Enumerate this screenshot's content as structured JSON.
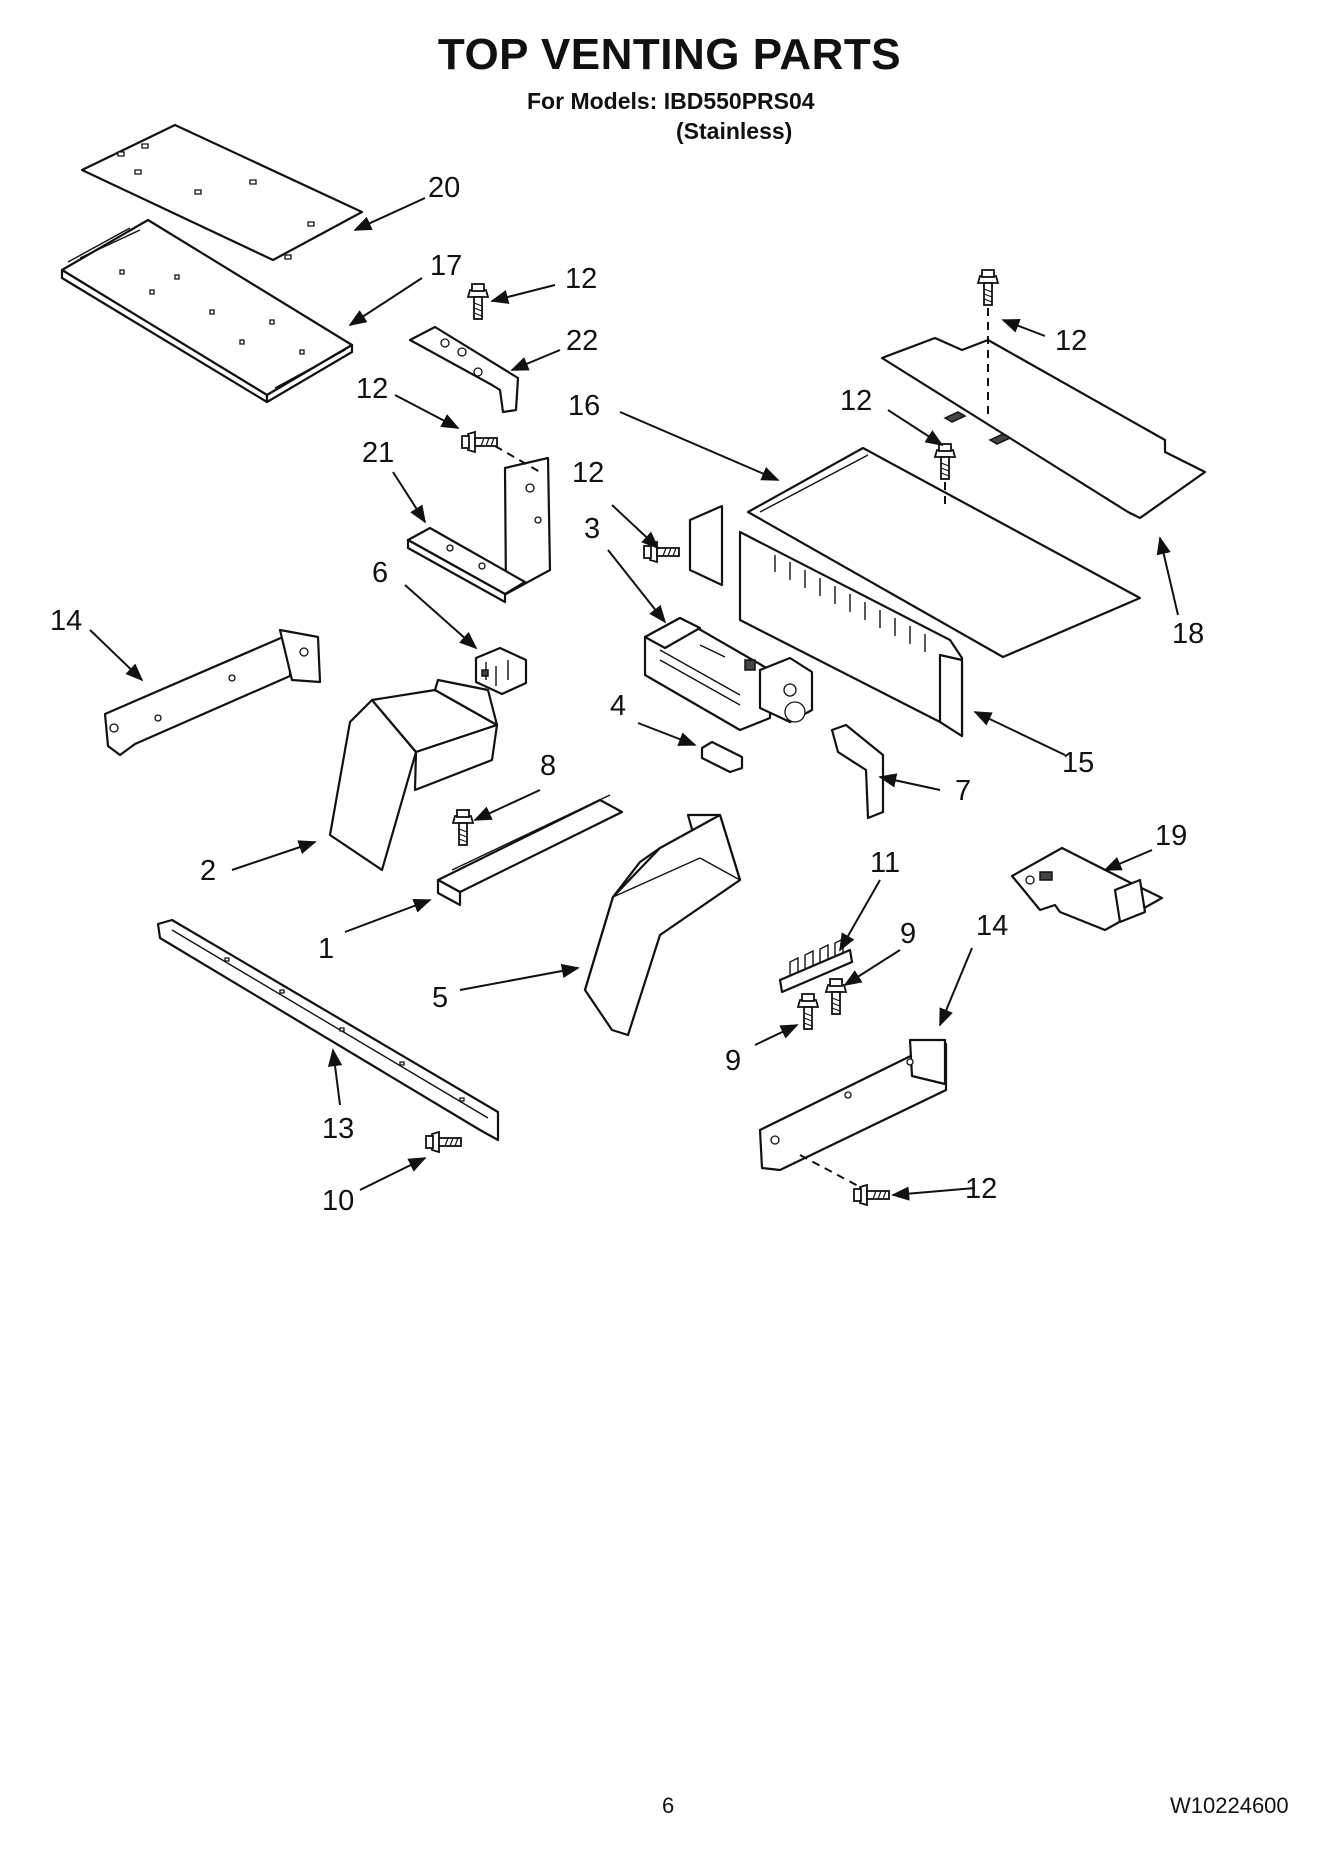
{
  "header": {
    "title": "TOP VENTING PARTS",
    "models_label": "For Models: IBD550PRS04",
    "finish_label": "(Stainless)"
  },
  "callouts": {
    "c20": "20",
    "c17": "17",
    "c12a": "12",
    "c22": "22",
    "c12b": "12",
    "c21": "21",
    "c12c": "12",
    "c16": "16",
    "c12d": "12",
    "c12e": "12",
    "c3": "3",
    "c6": "6",
    "c14a": "14",
    "c18": "18",
    "c4": "4",
    "c15": "15",
    "c8": "8",
    "c7": "7",
    "c2": "2",
    "c19": "19",
    "c11": "11",
    "c1": "1",
    "c9a": "9",
    "c14b": "14",
    "c5": "5",
    "c9b": "9",
    "c13": "13",
    "c12f": "12",
    "c10": "10"
  },
  "footer": {
    "page_number": "6",
    "doc_number": "W10224600"
  },
  "colors": {
    "ink": "#111111",
    "paper": "#ffffff"
  }
}
